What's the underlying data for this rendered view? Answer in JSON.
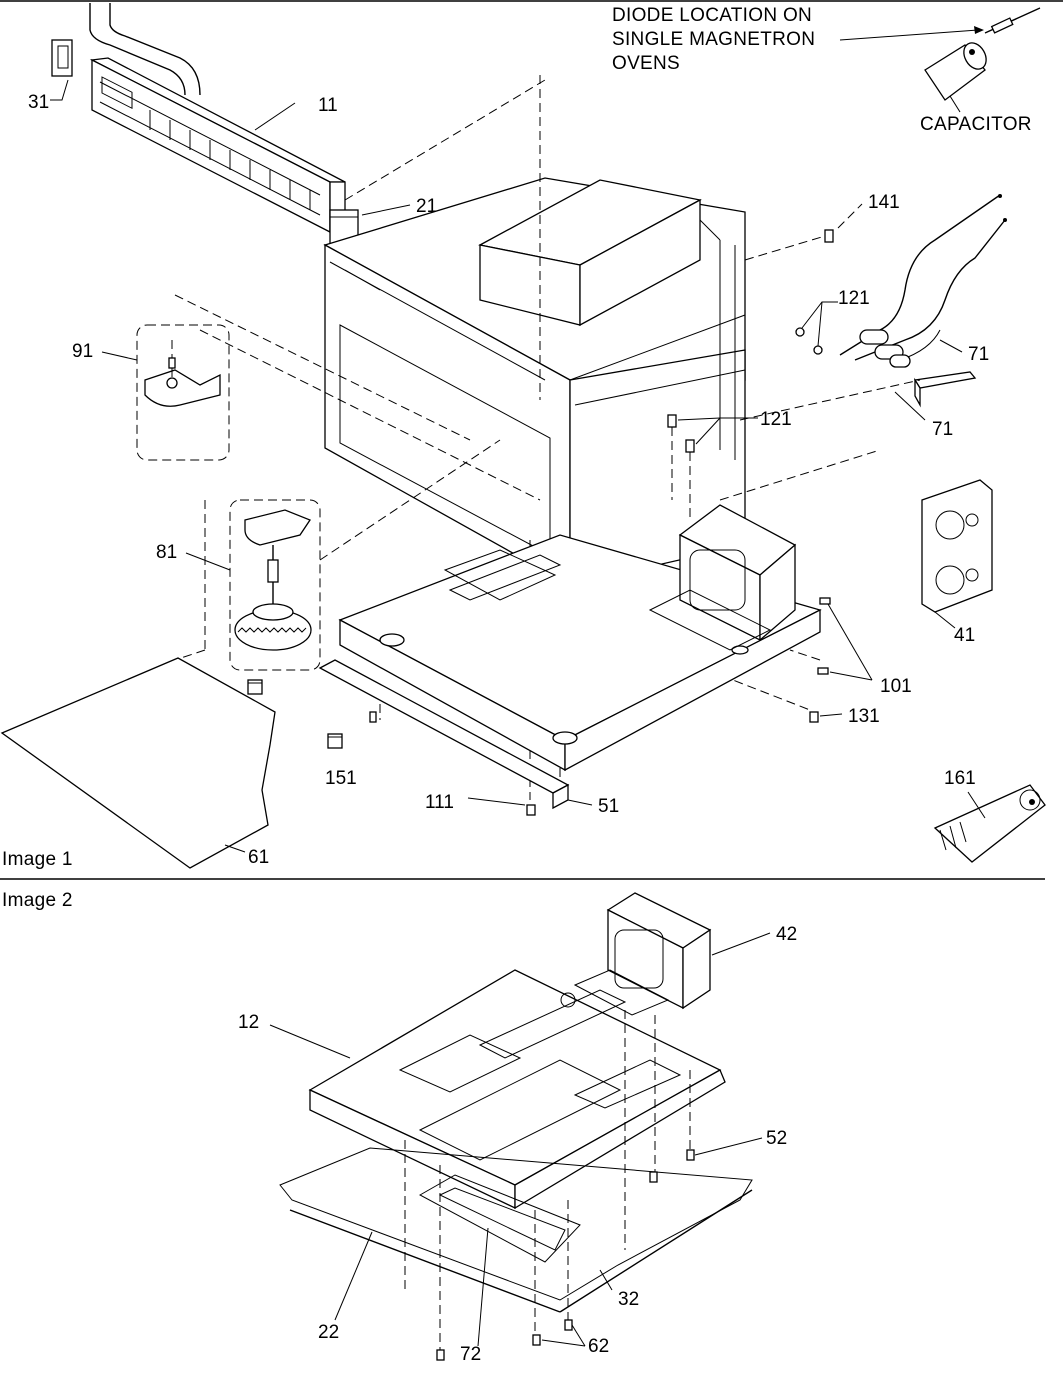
{
  "sections": {
    "image1": "Image 1",
    "image2": "Image 2"
  },
  "notes": {
    "diode_line1": "DIODE LOCATION ON",
    "diode_line2": "SINGLE MAGNETRON",
    "diode_line3": "OVENS",
    "capacitor": "CAPACITOR"
  },
  "parts_image1": {
    "p11": "11",
    "p21": "21",
    "p31": "31",
    "p41": "41",
    "p51": "51",
    "p61": "61",
    "p71a": "71",
    "p71b": "71",
    "p81": "81",
    "p91": "91",
    "p101": "101",
    "p111": "111",
    "p121a": "121",
    "p121b": "121",
    "p131": "131",
    "p141": "141",
    "p151": "151",
    "p161": "161"
  },
  "parts_image2": {
    "p12": "12",
    "p22": "22",
    "p32": "32",
    "p42": "42",
    "p52": "52",
    "p62": "62",
    "p72": "72"
  }
}
